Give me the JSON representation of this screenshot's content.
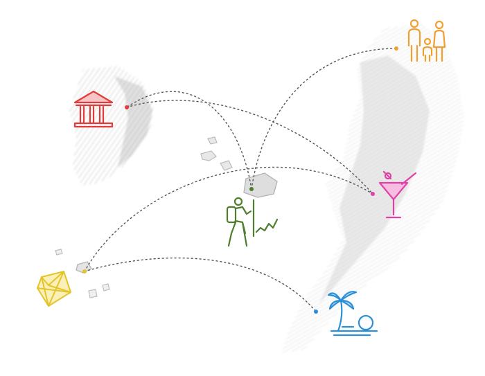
{
  "colors": {
    "hub": "#4e7d2e",
    "museum": "#e03c3c",
    "family": "#f0a030",
    "cocktail": "#e040a8",
    "diamond": "#e3c52a",
    "beach": "#2a8fd6",
    "route": "#555555",
    "terrain": "#c9c9c9"
  },
  "markers": [
    {
      "name": "hiking-hub-marker",
      "icon": "hiker-icon",
      "color": "#4e7d2e"
    },
    {
      "name": "museum-marker",
      "icon": "museum-icon",
      "color": "#e03c3c"
    },
    {
      "name": "family-marker",
      "icon": "family-icon",
      "color": "#f0a030"
    },
    {
      "name": "cocktail-marker",
      "icon": "cocktail-icon",
      "color": "#e040a8"
    },
    {
      "name": "diamond-marker",
      "icon": "diamond-icon",
      "color": "#e3c52a"
    },
    {
      "name": "beach-marker",
      "icon": "palm-beach-icon",
      "color": "#2a8fd6"
    }
  ],
  "routes": [
    {
      "name": "route-hub-museum",
      "from": "hub",
      "to": "museum"
    },
    {
      "name": "route-hub-family",
      "from": "hub",
      "to": "family"
    },
    {
      "name": "route-museum-cocktail",
      "from": "museum",
      "to": "cocktail"
    },
    {
      "name": "route-diamond-cocktail",
      "from": "diamond",
      "to": "cocktail"
    },
    {
      "name": "route-diamond-beach",
      "from": "diamond",
      "to": "beach"
    }
  ]
}
